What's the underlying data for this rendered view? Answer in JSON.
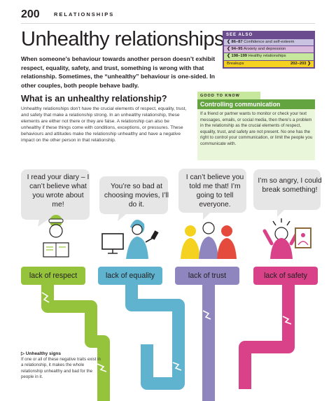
{
  "header": {
    "page_number": "200",
    "section": "RELATIONSHIPS"
  },
  "title": "Unhealthy relationships",
  "intro": "When someone’s behaviour towards another person doesn’t exhibit respect, equality, safety, and trust, something is wrong with that relationship. Sometimes, the “unhealthy” behaviour is one-sided. In other couples, both people behave badly.",
  "see_also": {
    "title": "SEE ALSO",
    "items": [
      {
        "pages": "❮ 86–87",
        "label": "Confidence and self-esteem"
      },
      {
        "pages": "❮ 94–95",
        "label": "Anxiety and depression"
      },
      {
        "pages": "❮ 198–199",
        "label": "Healthy relationships"
      },
      {
        "pages": "202–203 ❯",
        "label": "Breakups"
      }
    ]
  },
  "what_is": {
    "heading": "What is an unhealthy relationship?",
    "body": "Unhealthy relationships don’t have the crucial elements of respect, equality, trust, and safety that make a relationship strong. In an unhealthy relationship, these elements are either not there or they are false. A relationship can also be unhealthy if these things come with conditions, exceptions, or pressures. These behaviours and attitudes make the relationship unhealthy and have a negative impact on the other person in that relationship."
  },
  "good_to_know": {
    "label": "GOOD TO KNOW",
    "title": "Controlling communication",
    "body": "If a friend or partner wants to monitor or check your text messages, emails, or social media, then there’s a problem in the relationship as the crucial elements of respect, equality, trust, and safety are not present. No one has the right to control your communication, or limit the people you communicate with."
  },
  "quotes": [
    "I read your diary – I can’t believe what you wrote about me!",
    "You’re so bad at choosing movies, I’ll do it.",
    "I can’t believe you told me that! I’m going to tell everyone.",
    "I’m so angry, I could break something!"
  ],
  "labels": [
    "lack of respect",
    "lack of equality",
    "lack of trust",
    "lack of safety"
  ],
  "signs": {
    "heading": "▷ Unhealthy signs",
    "body": "If one or all of these negative traits exist in a relationship, it makes the whole relationship unhealthy and bad for the people in it."
  },
  "colors": {
    "respect": "#95c43c",
    "equality": "#5fb3ce",
    "trust": "#8f86c0",
    "safety": "#d94189",
    "bubble": "#e6e6e6",
    "see_also_bg": "#6a4c8f",
    "good_to_know": "#63a340"
  },
  "icons": [
    "reading-diary-person-icon",
    "tv-remote-person-icon",
    "gossiping-people-icon",
    "angry-person-icon"
  ]
}
